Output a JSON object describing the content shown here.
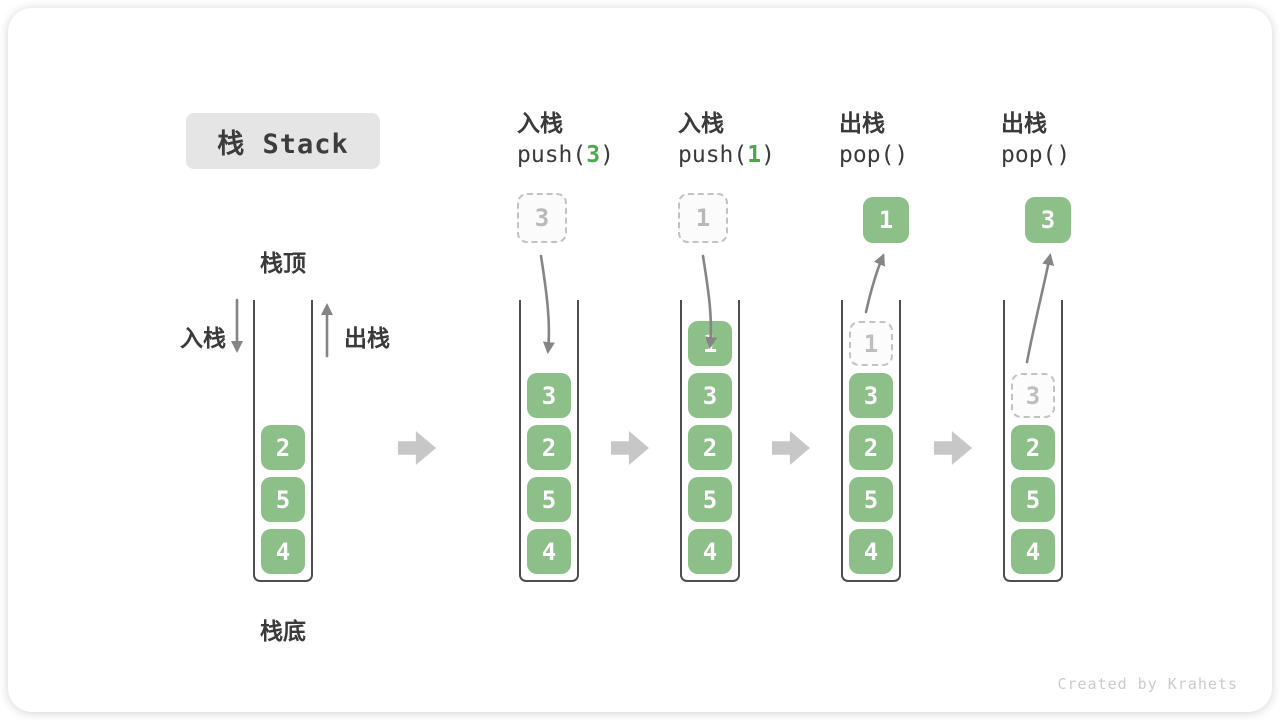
{
  "title": "栈 Stack",
  "side_labels": {
    "stack_top": "栈顶",
    "stack_bottom": "栈底",
    "push_arrow_label": "入栈",
    "pop_arrow_label": "出栈"
  },
  "watermark": "Created by Krahets",
  "colors": {
    "item_green": "#8DBF88",
    "code_arg_green": "#4FA650",
    "dashed_gray": "#C2C2C2",
    "flow_arrow_gray": "#858585",
    "step_arrow_gray": "#C7C7C7",
    "text_dark": "#3A3A3A",
    "title_bg": "#E5E5E5"
  },
  "columns": [
    {
      "name": "initial-state",
      "stack": [
        "2",
        "5",
        "4"
      ],
      "ghost_index": -1
    },
    {
      "name": "push-3",
      "op_label": "入栈",
      "code": {
        "prefix": "push(",
        "arg": "3",
        "suffix": ")"
      },
      "floating": {
        "value": "3",
        "style": "dashed"
      },
      "flow_arrow": "down",
      "stack": [
        "3",
        "2",
        "5",
        "4"
      ],
      "ghost_index": -1
    },
    {
      "name": "push-1",
      "op_label": "入栈",
      "code": {
        "prefix": "push(",
        "arg": "1",
        "suffix": ")"
      },
      "floating": {
        "value": "1",
        "style": "dashed"
      },
      "flow_arrow": "down",
      "stack": [
        "1",
        "3",
        "2",
        "5",
        "4"
      ],
      "ghost_index": -1
    },
    {
      "name": "pop-first",
      "op_label": "出栈",
      "code": {
        "prefix": "pop()",
        "arg": "",
        "suffix": ""
      },
      "floating": {
        "value": "1",
        "style": "solid"
      },
      "flow_arrow": "up",
      "stack": [
        "1",
        "3",
        "2",
        "5",
        "4"
      ],
      "ghost_index": 0
    },
    {
      "name": "pop-second",
      "op_label": "出栈",
      "code": {
        "prefix": "pop()",
        "arg": "",
        "suffix": ""
      },
      "floating": {
        "value": "3",
        "style": "solid"
      },
      "flow_arrow": "up",
      "stack": [
        "3",
        "2",
        "5",
        "4"
      ],
      "ghost_index": 0
    }
  ]
}
